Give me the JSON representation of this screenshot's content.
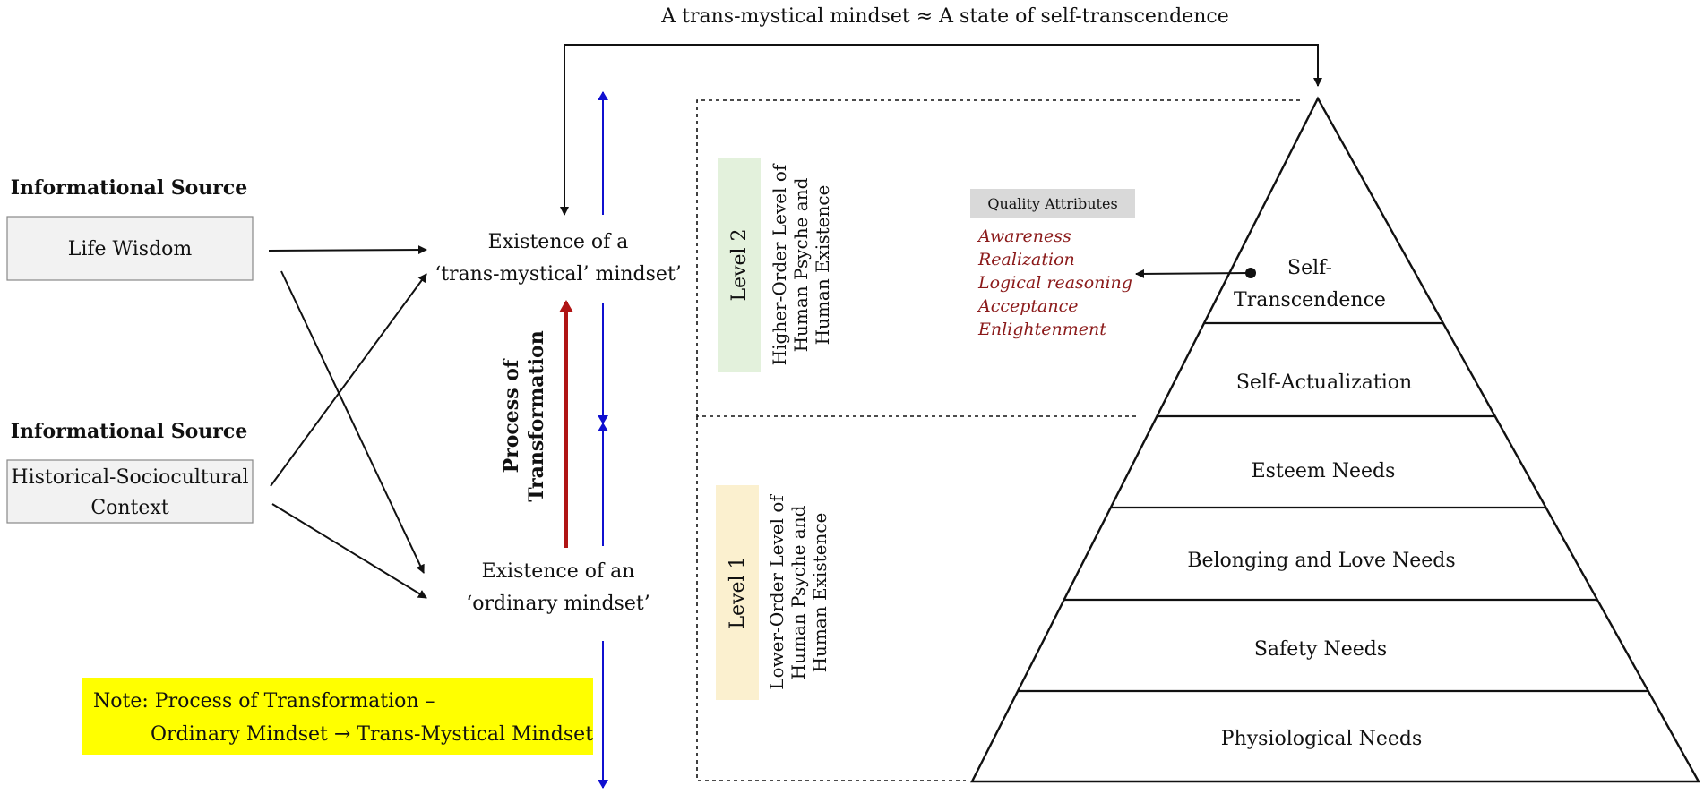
{
  "title": "A trans-mystical mindset ≈ A state of self-transcendence",
  "sources": [
    {
      "heading": "Informational Source",
      "box_lines": [
        "Life Wisdom"
      ]
    },
    {
      "heading": "Informational Source",
      "box_lines": [
        "Historical-Sociocultural",
        "Context"
      ]
    }
  ],
  "mindsets": {
    "trans_mystical": [
      "Existence of a",
      "‘trans-mystical’ mindset’"
    ],
    "ordinary": [
      "Existence of an",
      "‘ordinary mindset’"
    ]
  },
  "process_label": [
    "Process of",
    "Transformation"
  ],
  "note": {
    "line1": "Note: Process of Transformation –",
    "line2": "Ordinary Mindset → Trans-Mystical Mindset"
  },
  "levels": [
    {
      "tag": "Level 2",
      "desc": [
        "Higher-Order Level of",
        "Human Psyche and",
        "Human Existence"
      ],
      "color": "#e3f1dc"
    },
    {
      "tag": "Level 1",
      "desc": [
        "Lower-Order Level of",
        "Human Psyche and",
        "Human Existence"
      ],
      "color": "#fbf0cf"
    }
  ],
  "quality": {
    "heading": "Quality Attributes",
    "items": [
      "Awareness",
      "Realization",
      "Logical reasoning",
      "Acceptance",
      "Enlightenment"
    ]
  },
  "pyramid": [
    {
      "lines": [
        "Self-",
        "Transcendence"
      ]
    },
    {
      "lines": [
        "Self-Actualization"
      ]
    },
    {
      "lines": [
        "Esteem Needs"
      ]
    },
    {
      "lines": [
        "Belonging and Love Needs"
      ]
    },
    {
      "lines": [
        "Safety Needs"
      ]
    },
    {
      "lines": [
        "Physiological Needs"
      ]
    }
  ],
  "colors": {
    "blue_arrow": "#1010d0",
    "red_arrow": "#b01515",
    "note_bg": "#ffff00",
    "source_box": "#f2f2f2",
    "quality_bg": "#d9d9d9"
  }
}
